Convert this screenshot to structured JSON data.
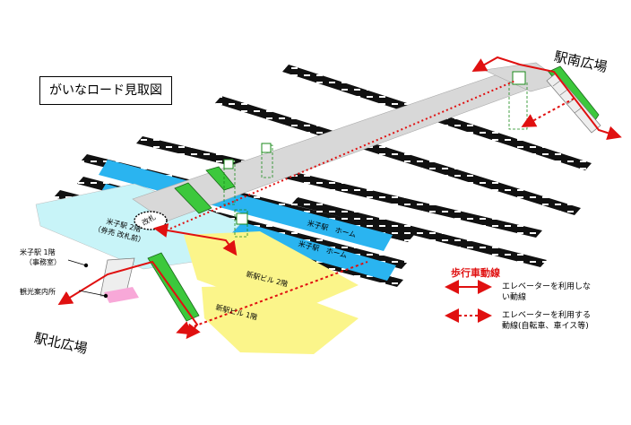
{
  "title": "がいなロード見取図",
  "areas": {
    "south_plaza": "駅南広場",
    "north_plaza": "駅北広場"
  },
  "platforms": {
    "upper": "米子駅　ホーム",
    "lower": "米子駅　ホーム"
  },
  "concourse": {
    "name": "米子駅 2階",
    "sub": "（券売 改札前）",
    "gate": "改札"
  },
  "shineki": {
    "upper": "新駅ビル 2階",
    "lower": "新駅ビル 1階"
  },
  "left_labels": {
    "station_1f": "米子駅 1階",
    "office": "（事務室）",
    "tourist": "観光案内所"
  },
  "legend": {
    "title": "歩行車動線",
    "solid_line1": "エレベーターを利用しな",
    "solid_line2": "い動線",
    "dashed_line1": "エレベーターを利用する",
    "dashed_line2": "動線(自転車、車イス等)"
  },
  "colors": {
    "route": "#e01010",
    "platform": "#2ab4f0",
    "concourse": "#c8f4f8",
    "building": "#fbf58a",
    "escalator": "#3cc83c",
    "bridge": "#d0d0d0"
  }
}
